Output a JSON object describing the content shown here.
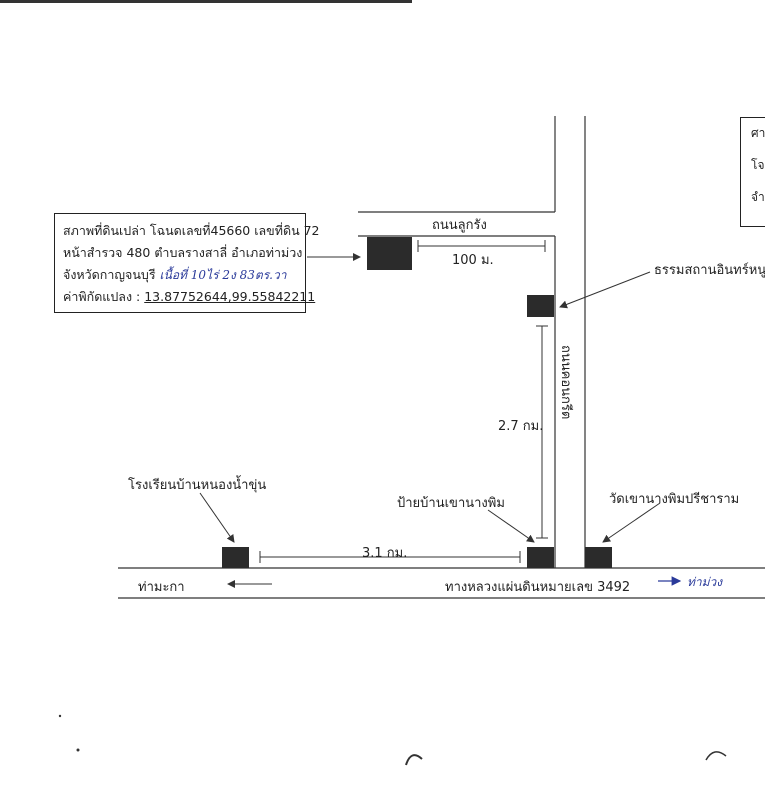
{
  "info_box": {
    "line1": "สภาพที่ดินเปล่า โฉนดเลขที่45660 เลขที่ดิน 72",
    "line2": "หน้าสำรวจ 480 ตำบลรางสาลี่ อำเภอท่าม่วง",
    "line3_prefix": "จังหวัดกาญจนบุรี",
    "line3_handwritten": "เนื้อที่ 10ไร่ 2ง 83ตร.วา",
    "line4_label": "ค่าพิกัดแปลง :",
    "line4_coords": "13.87752644,99.55842211"
  },
  "legend_box": {
    "row1": "ศา",
    "row2": "โจ",
    "row3": "จำ"
  },
  "labels": {
    "road_top": "ถนนลูกรัง",
    "dist_100m": "100 ม.",
    "temple_right": "ธรรมสถานอินทร์หนู",
    "road_vertical": "ถนนคอนกรีต",
    "dist_2_7km": "2.7 กม.",
    "school": "โรงเรียนบ้านหนองน้ำขุ่น",
    "bus_sign": "ป้ายบ้านเขานางพิม",
    "temple_bottom": "วัดเขานางพิมปรีชาราม",
    "dist_3_1km": "3.1 กม.",
    "left_destination": "ท่ามะกา",
    "highway": "ทางหลวงแผ่นดินหมายเลข 3492",
    "right_destination": "ท่าม่วง"
  },
  "colors": {
    "line": "#333333",
    "marker": "#2b2b2b",
    "handwriting": "#2a3a9a"
  }
}
